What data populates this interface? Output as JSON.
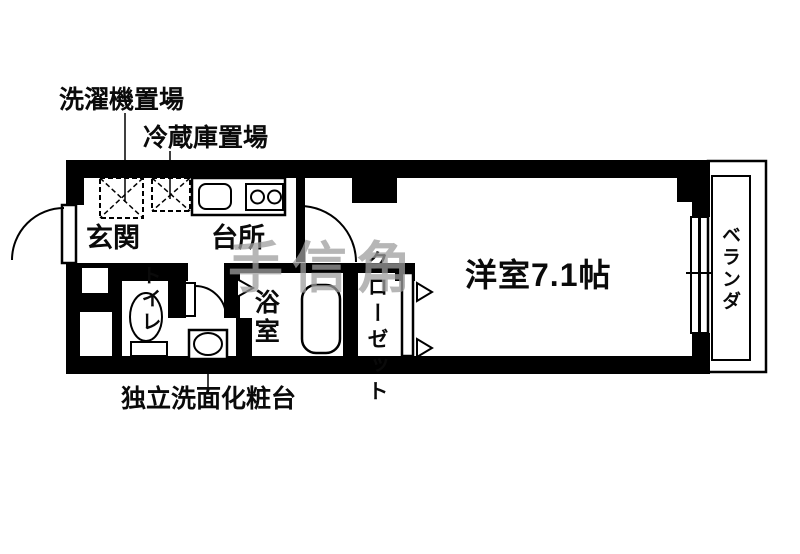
{
  "floorplan": {
    "rooms": {
      "entrance": "玄関",
      "kitchen": "台所",
      "toilet": "トイレ",
      "bathroom": "浴室",
      "closet": "クローゼット",
      "main_room": "洋室7.1帖",
      "balcony": "ベランダ"
    },
    "annotations": {
      "washing_machine": "洗濯機置場",
      "refrigerator": "冷蔵庫置場",
      "vanity": "独立洗面化粧台",
      "watermark": "手信角"
    },
    "colors": {
      "wall": "#000000",
      "background": "#ffffff",
      "line": "#000000",
      "watermark": "#9e9e9e"
    }
  }
}
